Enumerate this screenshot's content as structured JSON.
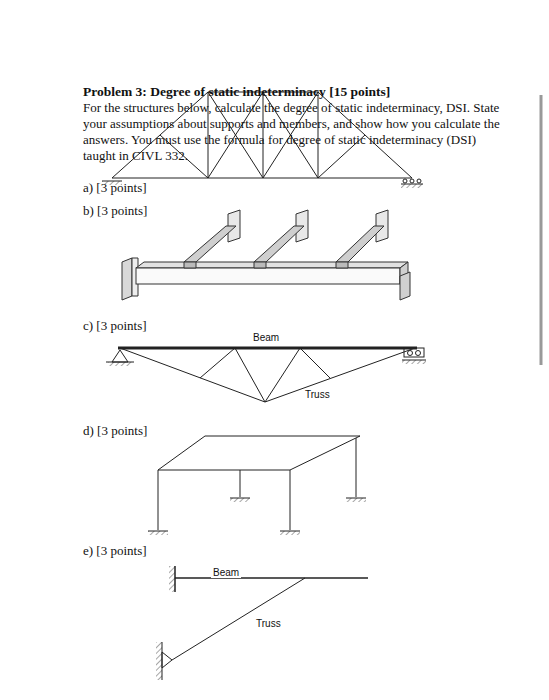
{
  "diagram": {
    "title": "Problem 3: Degree of static indeterminacy [15 points]",
    "labels": [
      "For the structures below, calculate the degree of static indeterminacy, DSI. State your assumptions about supports and members, and show how you calculate the answers. You must use the formula for degree of static indeterminacy (DSI) taught in CIVL 332.",
      "a) [3 points]",
      "b) [3 points]",
      "c) [3 points]",
      "d) [3 points]",
      "e) [3 points]",
      "Beam",
      "Truss",
      "Beam",
      "Truss"
    ]
  }
}
